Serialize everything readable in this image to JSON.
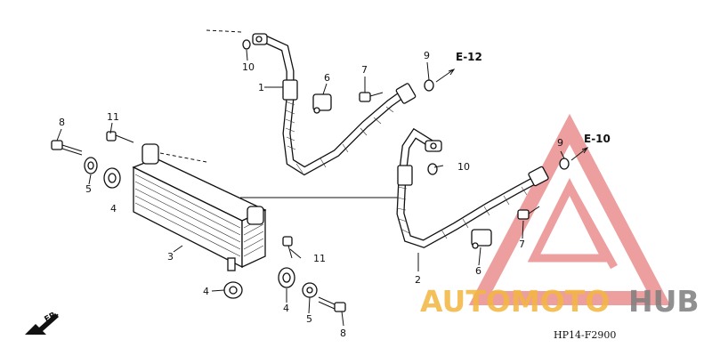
{
  "diagram": {
    "code": "HP14-F2900",
    "direction_label": "FR.",
    "references": [
      "E-12",
      "E-10"
    ],
    "callouts": {
      "c1": "1",
      "c2": "2",
      "c3": "3",
      "c4a": "4",
      "c4b": "4",
      "c4c": "4",
      "c5a": "5",
      "c5b": "5",
      "c6a": "6",
      "c6b": "6",
      "c7a": "7",
      "c7b": "7",
      "c8a": "8",
      "c8b": "8",
      "c9a": "9",
      "c9b": "9",
      "c10a": "10",
      "c10b": "10",
      "c11a": "11",
      "c11b": "11"
    }
  },
  "watermark": {
    "part1": "AUTOMOTO",
    "part2": "HUB",
    "color_primary": "#f2b53f",
    "color_secondary": "#7d7d7d",
    "triangle_color": "#e05050"
  }
}
